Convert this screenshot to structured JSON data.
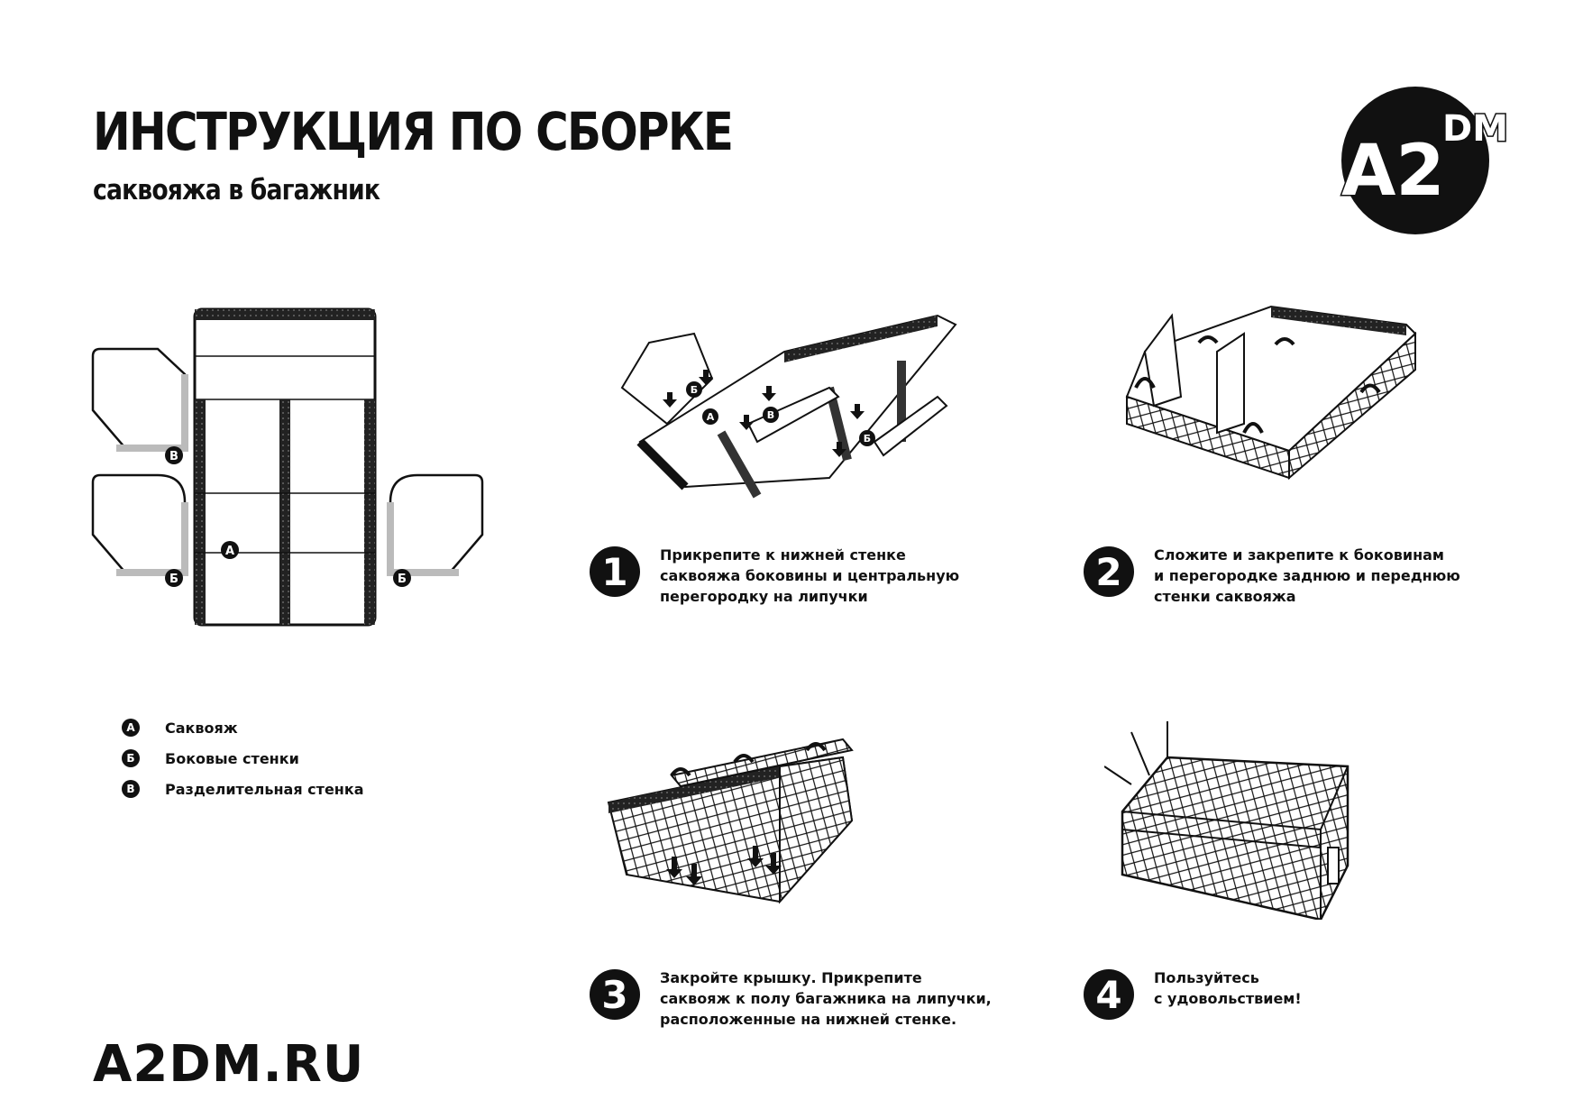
{
  "header": {
    "title": "ИНСТРУКЦИЯ ПО СБОРКЕ",
    "subtitle": "саквояжа в багажник"
  },
  "logo": {
    "main": "A2",
    "sup": "DM"
  },
  "parts": {
    "a": "А",
    "b": "Б",
    "v": "В"
  },
  "legend": [
    {
      "mark": "А",
      "label": "Саквояж"
    },
    {
      "mark": "Б",
      "label": "Боковые стенки"
    },
    {
      "mark": "В",
      "label": "Разделительная стенка"
    }
  ],
  "steps": [
    {
      "number": "1",
      "text": "Прикрепите к нижней стенке\nсаквояжа боковины и центральную\nперегородку на липучки"
    },
    {
      "number": "2",
      "text": "Сложите и закрепите к боковинам\nи перегородке заднюю и переднюю\nстенки саквояжа"
    },
    {
      "number": "3",
      "text": "Закройте крышку. Прикрепите\nсаквояж к полу багажника на липучки,\nрасположенные на нижней стенке."
    },
    {
      "number": "4",
      "text": "Пользуйтесь\nс удовольствием!"
    }
  ],
  "footer": {
    "site": "A2DM.RU"
  }
}
